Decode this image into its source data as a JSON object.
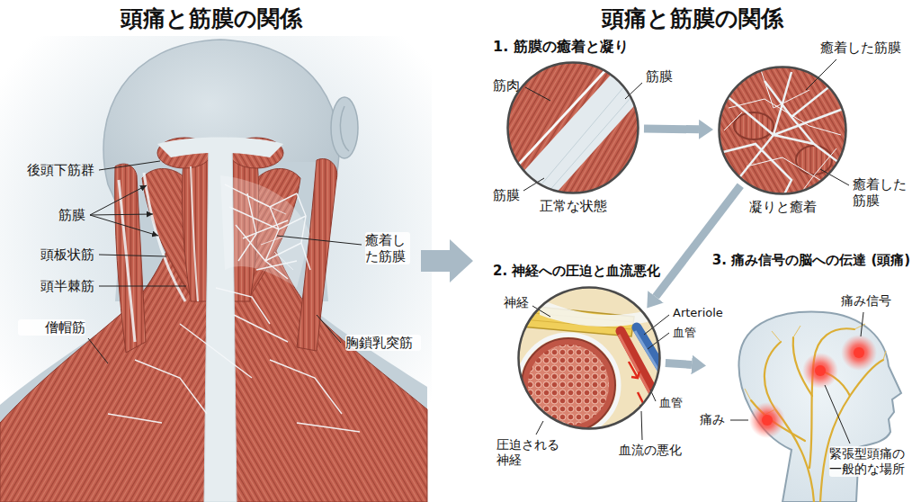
{
  "diagram": {
    "title": "頭痛と筋膜の関係",
    "nodes": [
      {
        "text": [
          "正常な状態"
        ]
      },
      {
        "text": [
          "凝りと癒着"
        ]
      },
      {
        "text": [
          "2. 神経への圧迫と血流悪化"
        ]
      },
      {
        "text": [
          "3. 痛み信号の脳への伝達 (頭痛)"
        ]
      }
    ],
    "edges": [
      {
        "from": 0,
        "to": 1,
        "arrow": "to"
      },
      {
        "from": 1,
        "to": 2,
        "arrow": "to"
      },
      {
        "from": 2,
        "to": 3,
        "arrow": "to"
      }
    ],
    "labels": [
      "頭痛と筋膜の関係",
      "後頭下筋群",
      "筋膜",
      "頭板状筋",
      "頭半棘筋",
      "僧帽筋",
      "癒着した筋膜",
      "胸鎖乳突筋",
      "1. 筋膜の癒着と凝り",
      "筋肉",
      "筋膜",
      "筋膜",
      "癒着した筋膜",
      "癒着した筋膜",
      "神経",
      "Arteriole",
      "血管",
      "血管",
      "圧迫される神経",
      "血流の悪化",
      "痛み信号",
      "痛み",
      "緊張型頭痛の一般的な場所"
    ]
  }
}
